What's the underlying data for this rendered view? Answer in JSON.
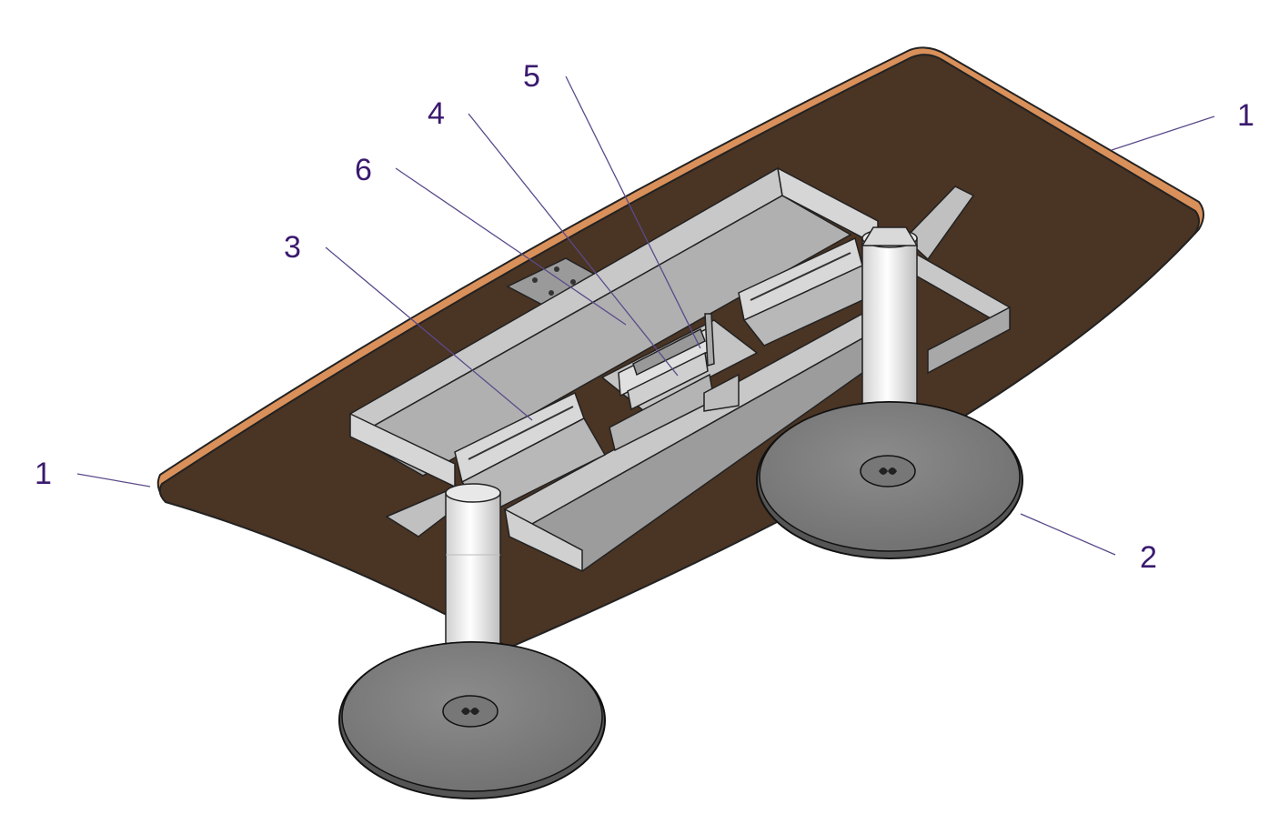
{
  "labels": {
    "tabletop_left": "1",
    "tabletop_right": "1",
    "base": "2",
    "rail": "3",
    "bracket": "4",
    "crossbar": "5",
    "plate": "6"
  },
  "colors": {
    "tabletop": "#4a3424",
    "tabletop_edge": "#d9905a",
    "frame": "#c8c8c8",
    "frame_dark": "#8a8a8a",
    "column": "#f4f4f4",
    "base_disc": "#808080",
    "callout_text": "#3a1a6e",
    "leader_line": "#5a4a8a"
  }
}
